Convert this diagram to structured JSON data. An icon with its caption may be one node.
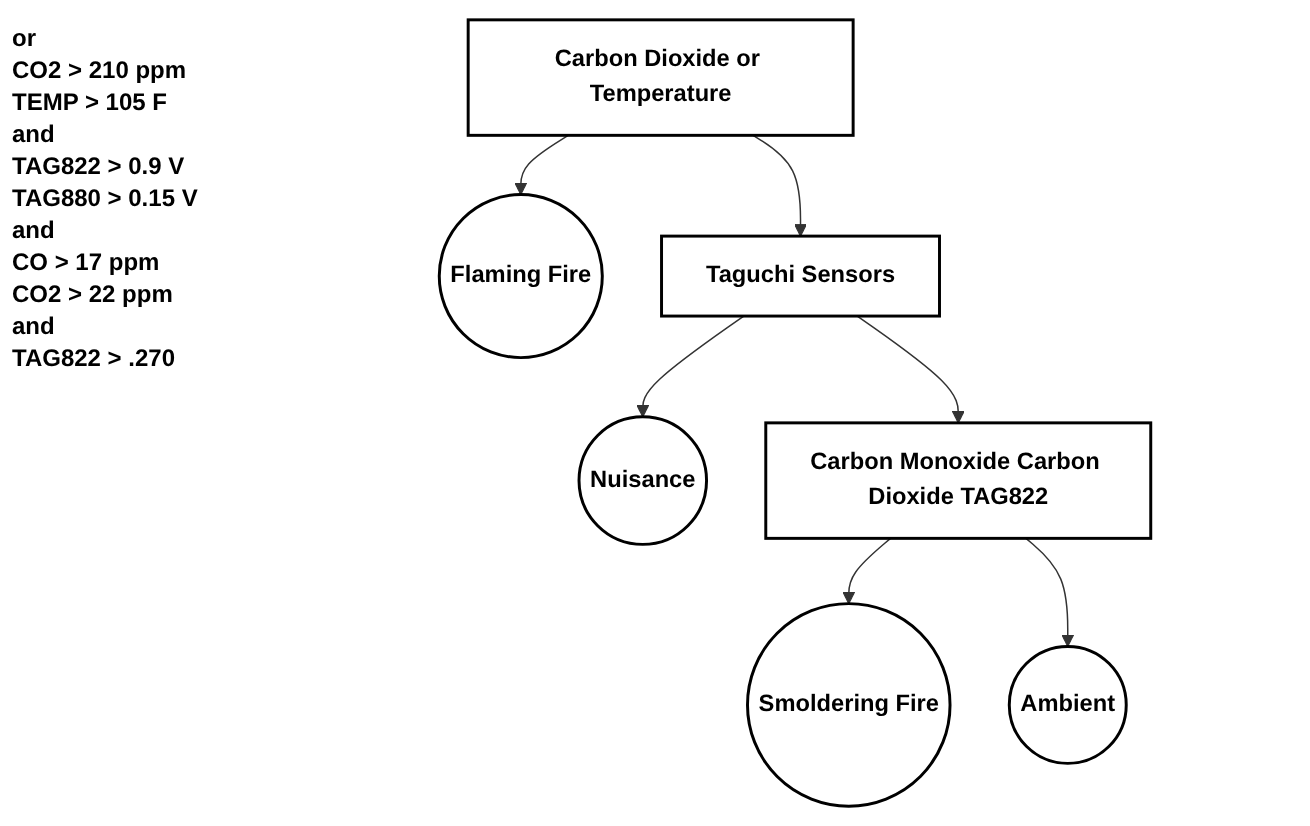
{
  "diagram": {
    "nodes": [
      {
        "text": [
          "Carbon Dioxide or Temperature"
        ]
      },
      {
        "text": [
          "Flaming Fire"
        ]
      },
      {
        "text": [
          "Taguchi Sensors"
        ]
      },
      {
        "text": [
          "Nuisance"
        ]
      },
      {
        "text": [
          "Carbon Monoxide Carbon Dioxide TAG822"
        ]
      },
      {
        "text": [
          "Smoldering Fire"
        ]
      },
      {
        "text": [
          "Ambient"
        ]
      }
    ],
    "edges": [
      {
        "from": 0,
        "to": 1,
        "arrow": "to"
      },
      {
        "from": 0,
        "to": 2,
        "arrow": "to"
      },
      {
        "from": 2,
        "to": 3,
        "arrow": "to"
      },
      {
        "from": 2,
        "to": 4,
        "arrow": "to"
      },
      {
        "from": 4,
        "to": 5,
        "arrow": "to"
      },
      {
        "from": 4,
        "to": 6,
        "arrow": "to"
      }
    ],
    "labels": [
      "or",
      "CO2 > 210 ppm",
      "TEMP > 105 F",
      "and",
      "TAG822 > 0.9 V",
      "TAG880 > 0.15 V",
      "and",
      "CO > 17 ppm",
      "CO2 > 22 ppm",
      "and",
      "TAG822 > .270"
    ]
  }
}
